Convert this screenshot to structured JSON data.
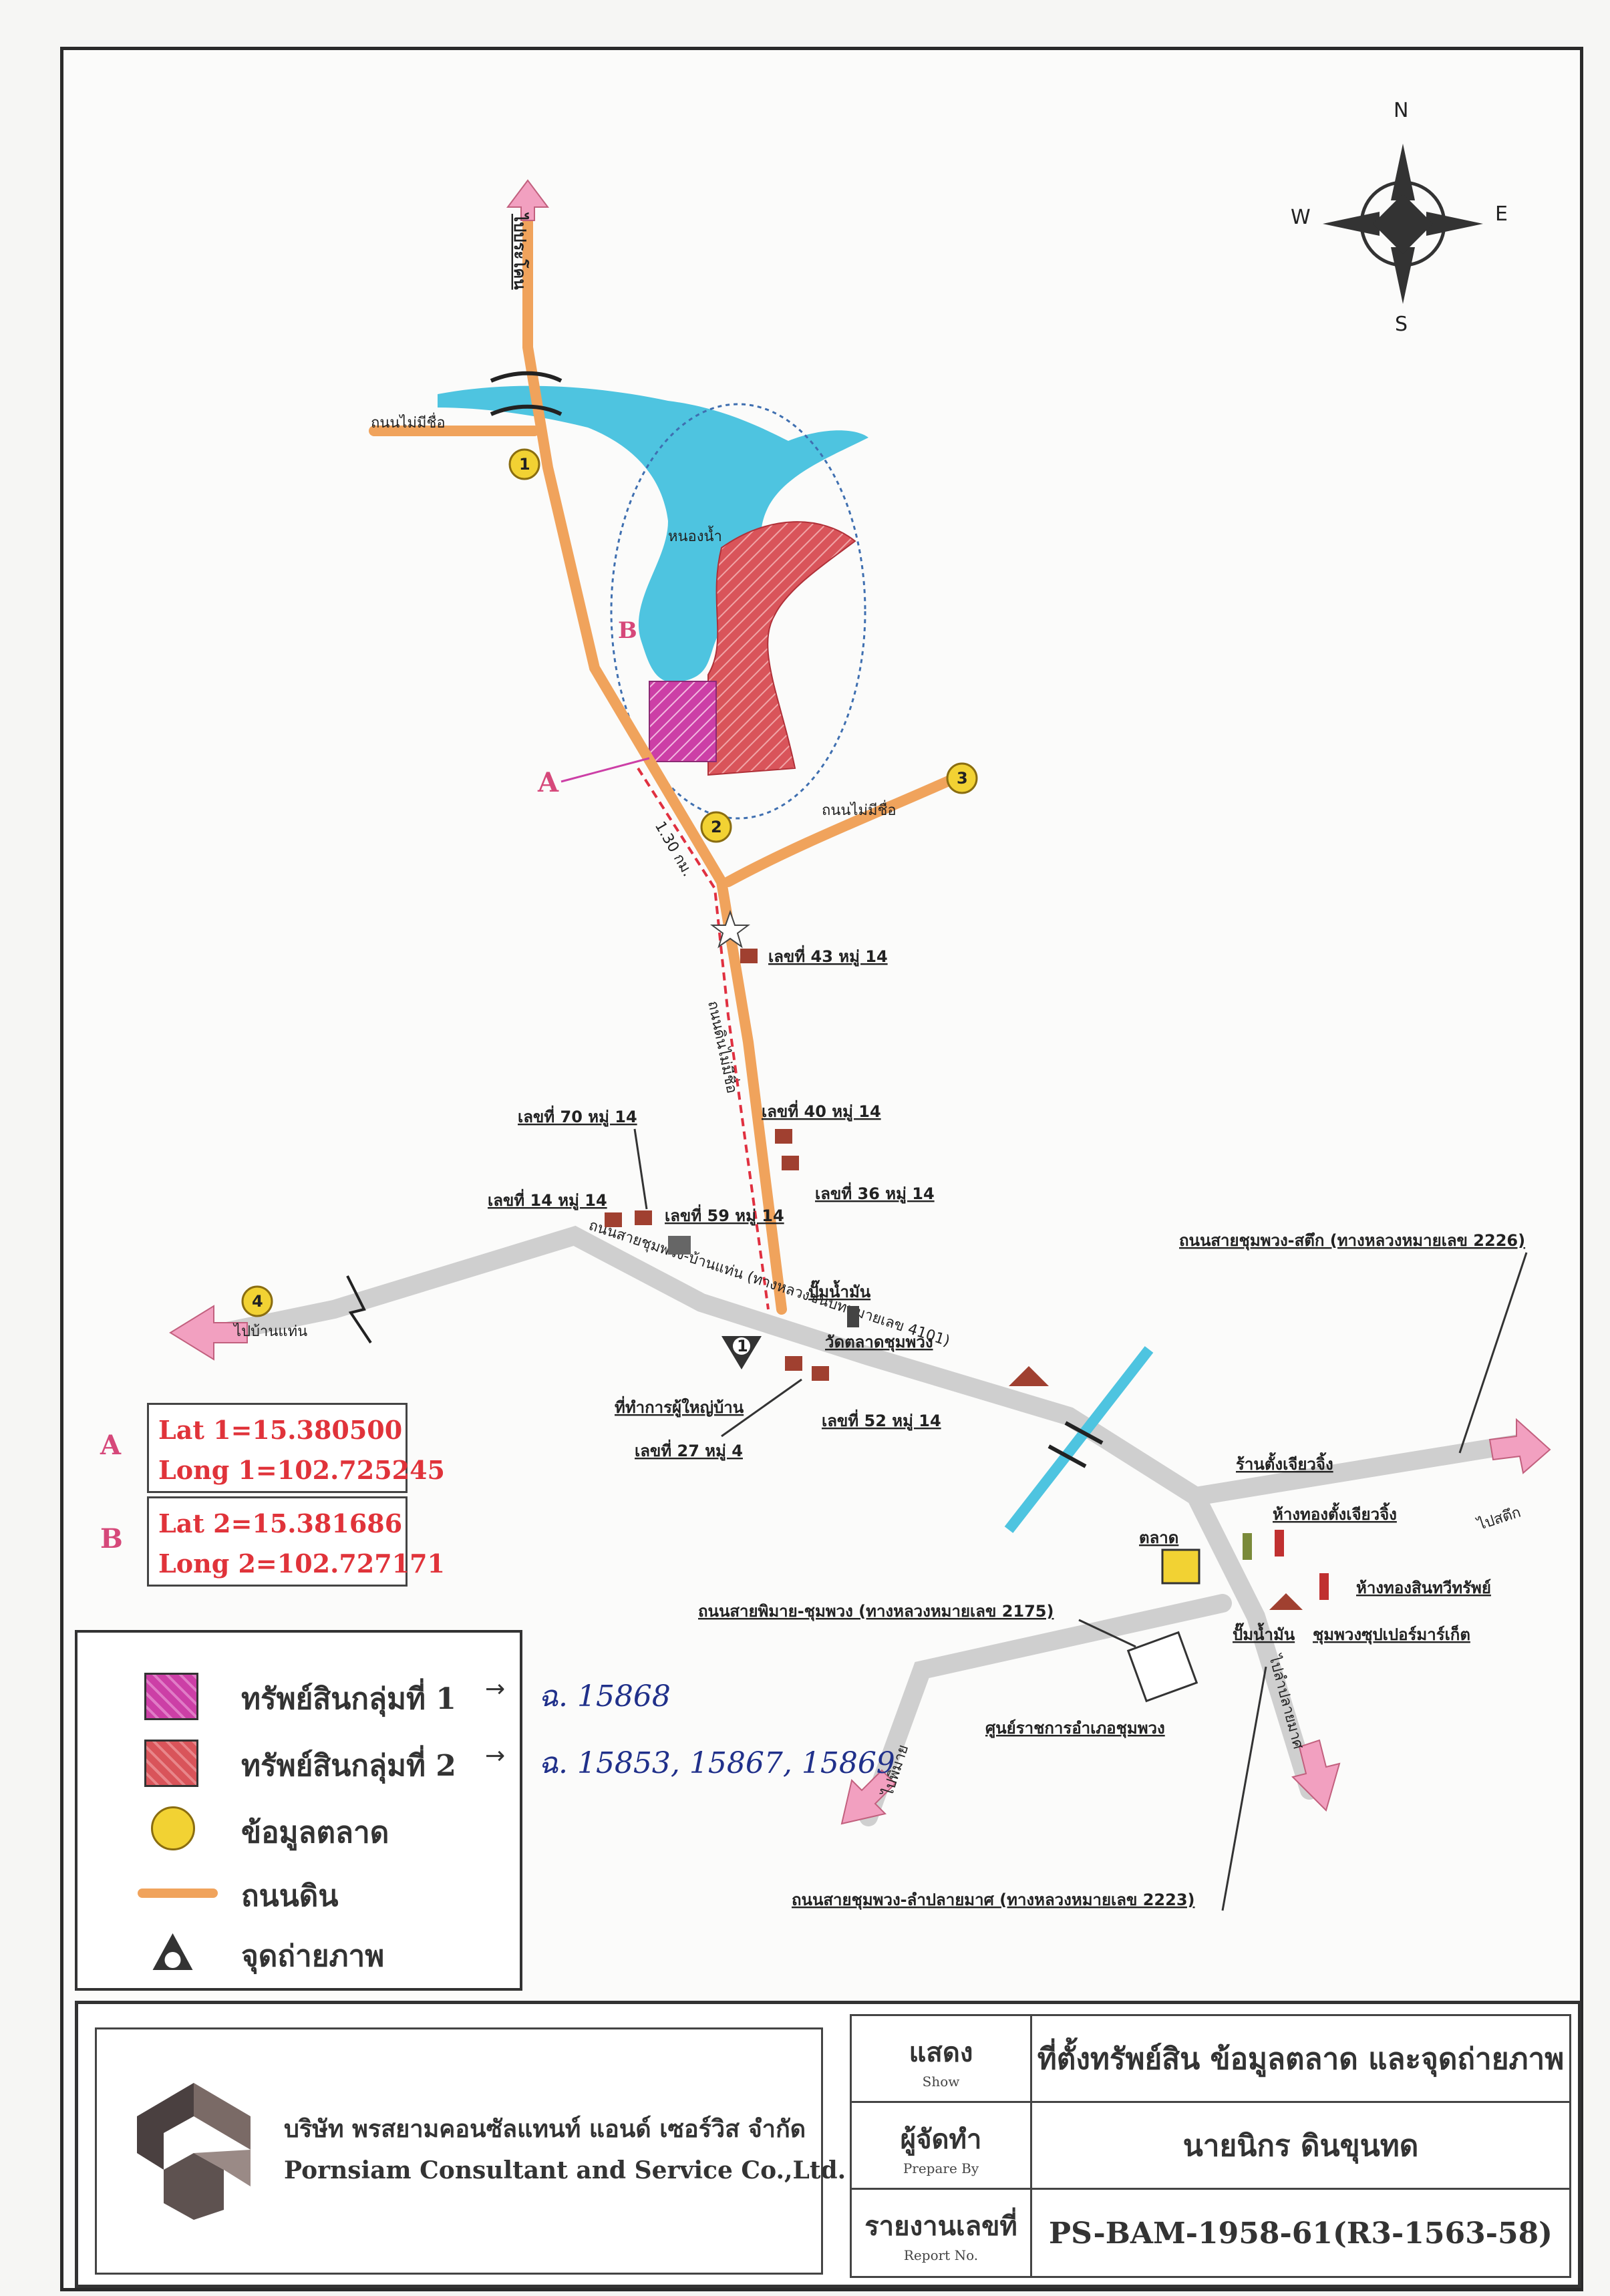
{
  "compass": {
    "n": "N",
    "s": "S",
    "e": "E",
    "w": "W"
  },
  "map_labels": {
    "to_north": "ไปประโคน",
    "road_tipkhong": "ถนนไม่มีชื่อ",
    "pond": "หนองน้ำ",
    "road_unnamed": "ถนนไม่มีชื่อ",
    "dist_label": "1.30 กม.",
    "dirt_road": "ถนนดินไม่มีชื่อ",
    "h43": "เลขที่ 43 หมู่ 14",
    "h40": "เลขที่ 40 หมู่ 14",
    "h70": "เลขที่ 70 หมู่ 14",
    "h14": "เลขที่ 14 หมู่ 14",
    "h59": "เลขที่ 59 หมู่ 14",
    "h36": "เลขที่ 36 หมู่ 14",
    "main_road": "ถนนสายชุมพวง-บ้านแท่น (ทางหลวงชนบทหมายเลข 4101)",
    "water_tower": "ปั๊มน้ำมัน",
    "temple": "วัดตลาดชุมพวง",
    "to_banthaen": "ไปบ้านแท่น",
    "village_office": "ที่ทำการผู้ใหญ่บ้าน",
    "h27": "เลขที่ 27 หมู่ 4",
    "h52": "เลขที่ 52 หมู่ 14",
    "road_2226": "ถนนสายชุมพวง-สตึก (ทางหลวงหมายเลข 2226)",
    "shop1": "ร้านตั้งเจียวจิ้ง",
    "shop2": "ห้างทองตั้งเจียวจิ้ง",
    "to_satuek": "ไปสตึก",
    "market": "ตลาด",
    "road_2175": "ถนนสายพิมาย-ชุมพวง (ทางหลวงหมายเลข 2175)",
    "shop3": "ห้างทองสินทวีทรัพย์",
    "gas": "ปั๊มน้ำมัน",
    "super": "ชุมพวงซุปเปอร์มาร์เก็ต",
    "district_office": "ศูนย์ราชการอำเภอชุมพวง",
    "to_phimai": "ไปพิมาย",
    "to_lamplaimat": "ไปลำปลายมาศ",
    "road_2223": "ถนนสายชุมพวง-ลำปลายมาศ (ทางหลวงหมายเลข 2223)",
    "pin1": "1",
    "pin2": "2",
    "pin3": "3",
    "pin4": "4",
    "photo_pt": "1",
    "mark_a": "A",
    "mark_b": "B"
  },
  "coords": {
    "a_letter": "A",
    "a_lat": "Lat 1=15.380500",
    "a_long": "Long 1=102.725245",
    "b_letter": "B",
    "b_lat": "Lat 2=15.381686",
    "b_long": "Long 2=102.727171"
  },
  "legend": {
    "group1": "ทรัพย์สินกลุ่มที่ 1",
    "group1_note": "ฉ. 15868",
    "group2": "ทรัพย์สินกลุ่มที่ 2",
    "group2_note": "ฉ. 15853, 15867, 15869",
    "market": "ข้อมูลตลาด",
    "dirt_road": "ถนนดิน",
    "photo": "จุดถ่ายภาพ",
    "arrow": "→",
    "colors": {
      "group1": "#cc3fa6",
      "group2": "#d9545a",
      "market": "#f2d233",
      "road": "#f0a35c",
      "water": "#4ec4e0",
      "main_road": "#cfcfcf"
    }
  },
  "title_block": {
    "company_th": "บริษัท พรสยามคอนซัลแทนท์ แอนด์ เซอร์วิส จำกัด",
    "company_en": "Pornsiam Consultant and Service Co.,Ltd.",
    "show_th": "แสดง",
    "show_en": "Show",
    "show_val": "ที่ตั้งทรัพย์สิน  ข้อมูลตลาด และจุดถ่ายภาพ",
    "prep_th": "ผู้จัดทำ",
    "prep_en": "Prepare By",
    "prep_val": "นายนิกร  ดินขุนทด",
    "rep_th": "รายงานเลขที่",
    "rep_en": "Report No.",
    "rep_val": "PS-BAM-1958-61(R3-1563-58)"
  }
}
